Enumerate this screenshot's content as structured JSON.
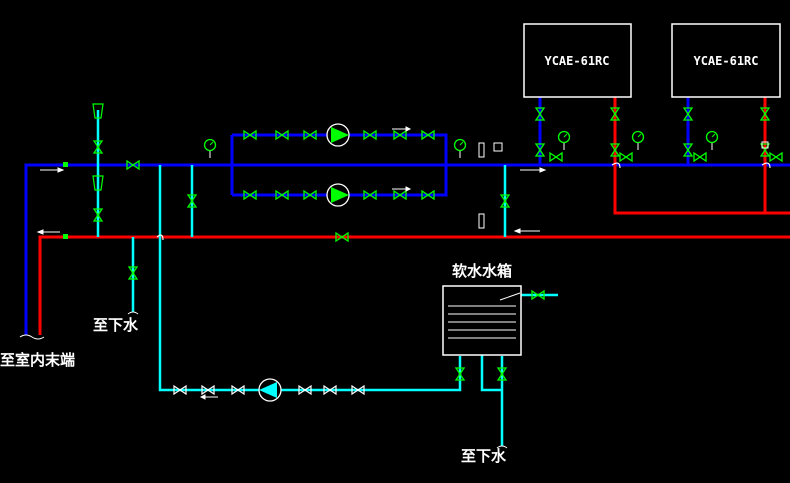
{
  "labels": {
    "unit_1": "YCAE-61RC",
    "unit_2": "YCAE-61RC",
    "tank": "软水水箱",
    "drain_left": "至下水",
    "drain_bottom": "至下水",
    "to_terminal": "至室内末端"
  },
  "colors": {
    "background": "#000000",
    "supply": "#0000ff",
    "return": "#ff0000",
    "makeup": "#00ffff",
    "valve": "#00ff00",
    "white": "#ffffff"
  },
  "icons": [
    "valve-icon",
    "pump-icon",
    "check-valve-icon",
    "filter-icon",
    "pressure-gauge-icon",
    "thermometer-icon",
    "air-vent-icon",
    "flow-arrow-icon"
  ]
}
